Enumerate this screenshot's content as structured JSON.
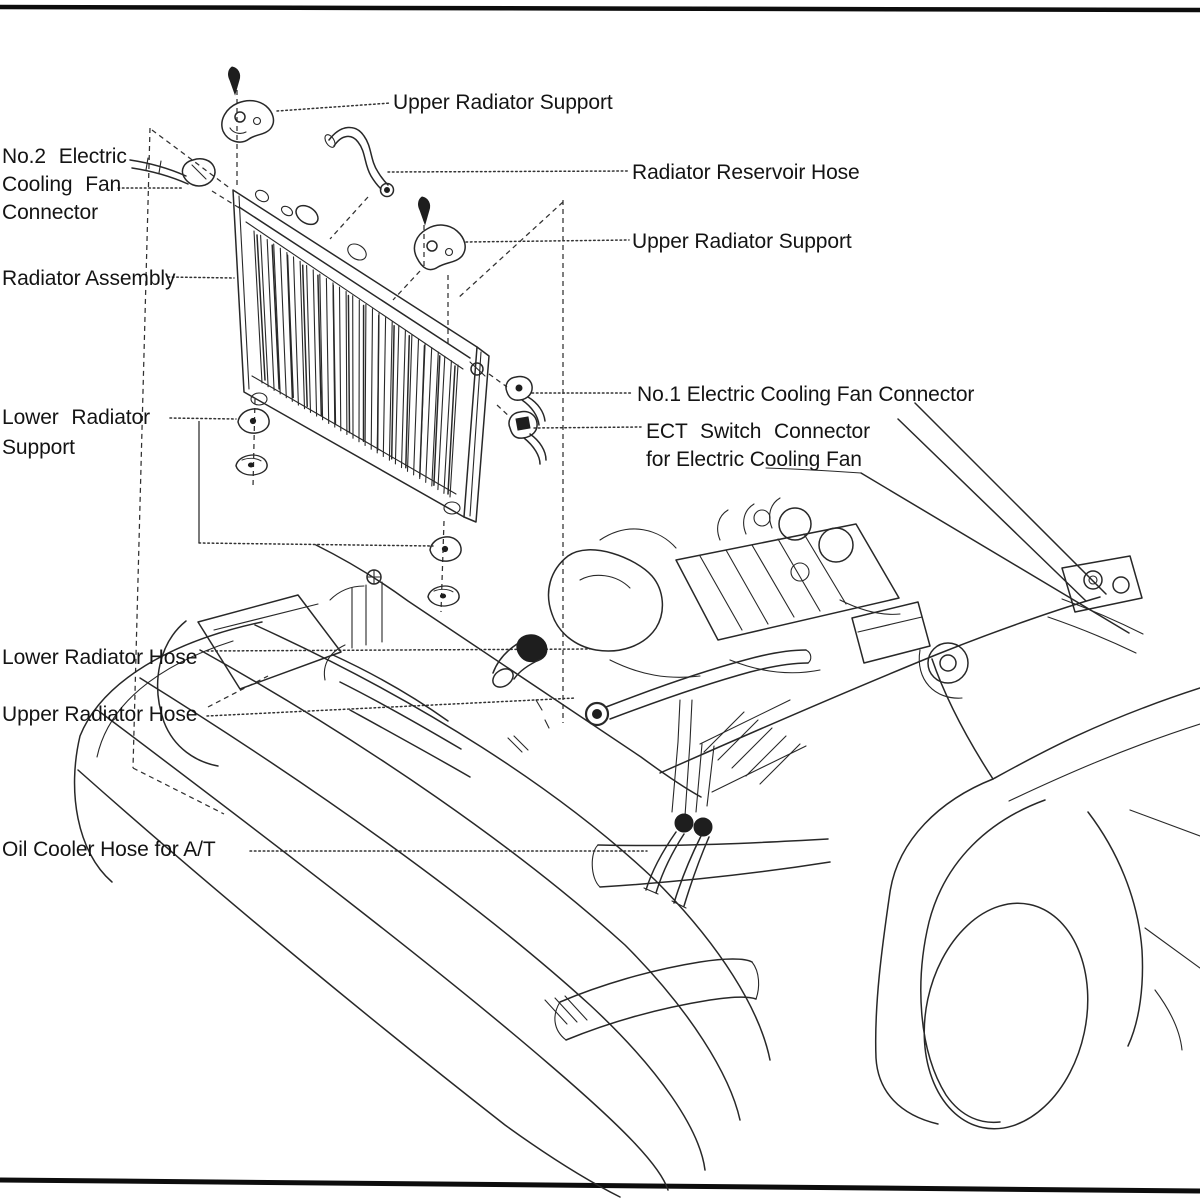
{
  "figure": {
    "background": "#ffffff",
    "line_color": "#282828",
    "label_color": "#141414"
  },
  "labels": {
    "upper_radiator_support_top": "Upper Radiator Support",
    "no2_electric_line1": "No.2 Electric",
    "no2_electric_line2": "Cooling Fan",
    "no2_electric_line3": "Connector",
    "radiator_reservoir_hose": "Radiator Reservoir Hose",
    "upper_radiator_support_right": "Upper Radiator Support",
    "radiator_assembly": "Radiator Assembly",
    "no1_connector": "No.1 Electric Cooling Fan Connector",
    "ect_switch_line1": "ECT Switch Connector",
    "ect_switch_line2": "for Electric Cooling Fan",
    "lower_radiator_support_line1": "Lower Radiator",
    "lower_radiator_support_line2": "Support",
    "lower_radiator_hose": "Lower Radiator Hose",
    "upper_radiator_hose": "Upper Radiator Hose",
    "oil_cooler_hose": "Oil Cooler Hose for A/T"
  }
}
